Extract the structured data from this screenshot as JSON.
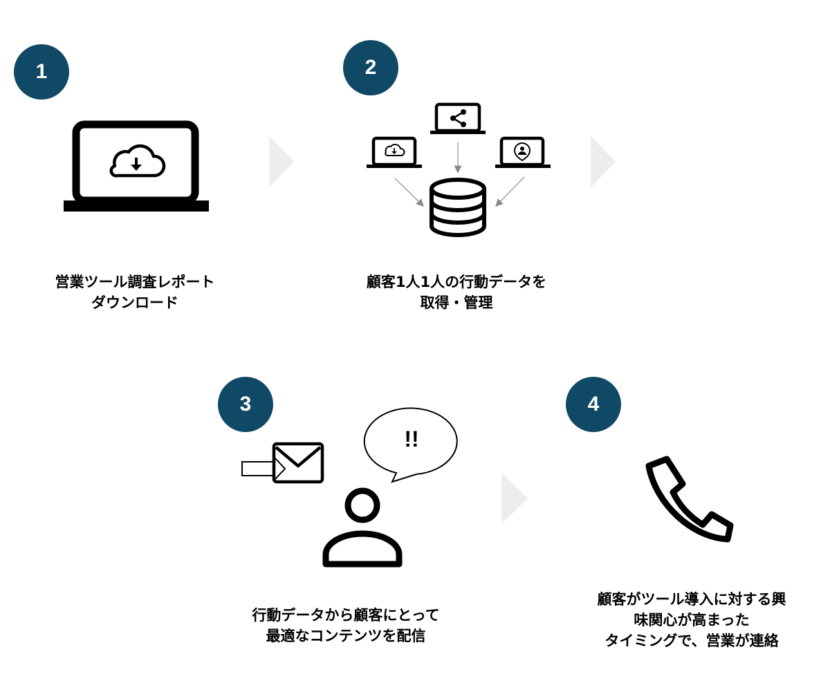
{
  "steps": [
    {
      "number": "1",
      "caption_lines": [
        "営業ツール調査レポート",
        "ダウンロード"
      ]
    },
    {
      "number": "2",
      "caption_lines": [
        "顧客1人1人の行動データを",
        "取得・管理"
      ]
    },
    {
      "number": "3",
      "caption_lines": [
        "行動データから顧客にとって",
        "最適なコンテンツを配信"
      ]
    },
    {
      "number": "4",
      "caption_lines": [
        "顧客がツール導入に対する興",
        "味関心が高まった",
        "タイミングで、営業が連絡"
      ]
    }
  ],
  "speech_bubble": {
    "text": "!!"
  },
  "icons": {
    "step1": "laptop-cloud-download-icon",
    "step2": [
      "laptop-download-icon",
      "laptop-share-icon",
      "laptop-user-icon",
      "database-icon"
    ],
    "step3": [
      "email-icon",
      "arrow-right-outline-icon",
      "person-icon",
      "speech-bubble-icon"
    ],
    "step4": "phone-icon"
  },
  "colors": {
    "badge": "#0f4966",
    "chevron": "#ededed",
    "connector": "#9a9a9a"
  }
}
